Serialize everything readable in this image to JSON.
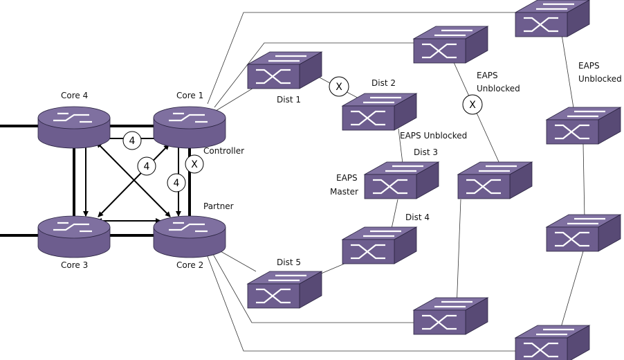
{
  "core": {
    "core1": "Core 1",
    "core2": "Core 2",
    "core3": "Core 3",
    "core4": "Core 4",
    "controller": "Controller",
    "partner": "Partner"
  },
  "dist": {
    "d1": "Dist 1",
    "d2": "Dist 2",
    "d3": "Dist 3",
    "d4": "Dist 4",
    "d5": "Dist 5"
  },
  "eaps": {
    "unblocked1": "EAPS Unblocked",
    "master_l1": "EAPS",
    "master_l2": "Master",
    "ring2_l1": "EAPS",
    "ring2_l2": "Unblocked",
    "ring3_l1": "EAPS",
    "ring3_l2": "Unblocked"
  },
  "markers": {
    "four": "4",
    "blocked": "X"
  },
  "colors": {
    "device": "#6d5d8e"
  }
}
